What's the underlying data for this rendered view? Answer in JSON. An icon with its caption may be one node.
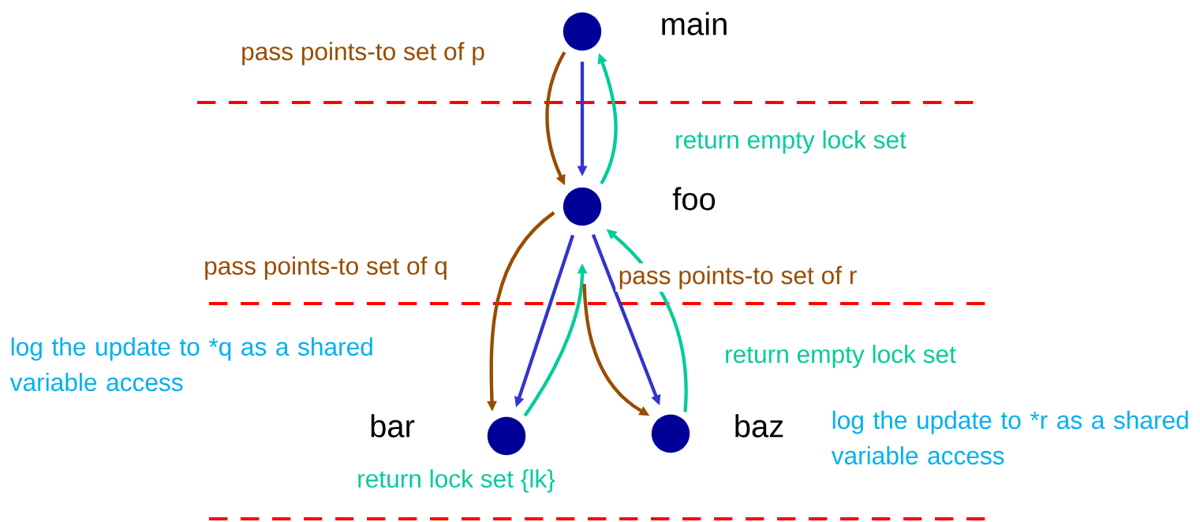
{
  "diagram": {
    "nodes": [
      {
        "text": [],
        "shape": "circle",
        "beside": [
          "main"
        ]
      },
      {
        "text": [],
        "shape": "circle",
        "beside": [
          "foo"
        ]
      },
      {
        "text": [],
        "shape": "circle",
        "beside": [
          "bar"
        ]
      },
      {
        "text": [],
        "shape": "circle",
        "beside": [
          "baz"
        ]
      }
    ],
    "edges": [
      {
        "from": 0,
        "to": 1,
        "arrow": "to",
        "color": "#3333cc"
      },
      {
        "from": 0,
        "to": 1,
        "arrow": "to",
        "label": "pass points-to set of p",
        "color": "#994c00"
      },
      {
        "from": 1,
        "to": 0,
        "arrow": "to",
        "label": "return empty lock set",
        "color": "#00cc99"
      },
      {
        "from": 1,
        "to": 2,
        "arrow": "to",
        "color": "#3333cc"
      },
      {
        "from": 1,
        "to": 2,
        "arrow": "to",
        "label": "pass points-to set of q",
        "color": "#994c00"
      },
      {
        "from": 2,
        "to": 1,
        "arrow": "to",
        "label": "return lock set {lk}",
        "color": "#00cc99"
      },
      {
        "from": 1,
        "to": 3,
        "arrow": "to",
        "color": "#3333cc"
      },
      {
        "from": 1,
        "to": 3,
        "arrow": "to",
        "label": "pass points-to set of r",
        "color": "#994c00"
      },
      {
        "from": 3,
        "to": 1,
        "arrow": "to",
        "label": "return empty lock set",
        "color": "#00cc99"
      }
    ],
    "labels": [
      "log the update to *q as a shared variable access",
      "log the update to *r as a shared variable access"
    ]
  }
}
